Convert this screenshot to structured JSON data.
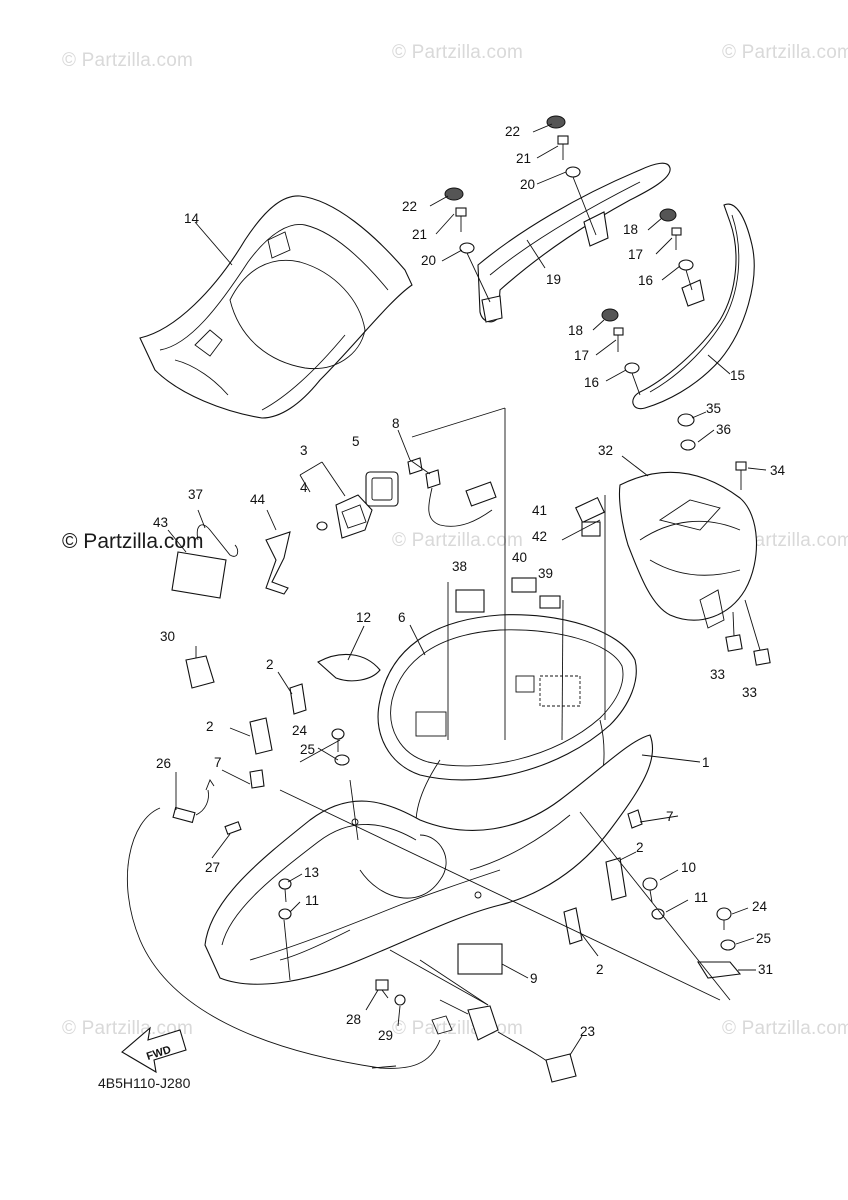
{
  "diagram": {
    "watermark": "© Partzilla.com",
    "diagram_code": "4B5H110-J280",
    "fwd_label": "FWD",
    "callouts": {
      "c1": "1",
      "c2a": "2",
      "c2b": "2",
      "c2c": "2",
      "c2d": "2",
      "c3": "3",
      "c4": "4",
      "c5": "5",
      "c6": "6",
      "c7a": "7",
      "c7b": "7",
      "c8": "8",
      "c9": "9",
      "c10": "10",
      "c11a": "11",
      "c11b": "11",
      "c12": "12",
      "c13": "13",
      "c14": "14",
      "c15": "15",
      "c16a": "16",
      "c16b": "16",
      "c17a": "17",
      "c17b": "17",
      "c18a": "18",
      "c18b": "18",
      "c19": "19",
      "c20a": "20",
      "c20b": "20",
      "c21a": "21",
      "c21b": "21",
      "c22a": "22",
      "c22b": "22",
      "c23": "23",
      "c24a": "24",
      "c24b": "24",
      "c25a": "25",
      "c25b": "25",
      "c26": "26",
      "c27": "27",
      "c28": "28",
      "c29": "29",
      "c30": "30",
      "c31": "31",
      "c32": "32",
      "c33a": "33",
      "c33b": "33",
      "c34": "34",
      "c35": "35",
      "c36": "36",
      "c37": "37",
      "c38": "38",
      "c39": "39",
      "c40": "40",
      "c41": "41",
      "c42": "42",
      "c43": "43",
      "c44": "44"
    }
  }
}
